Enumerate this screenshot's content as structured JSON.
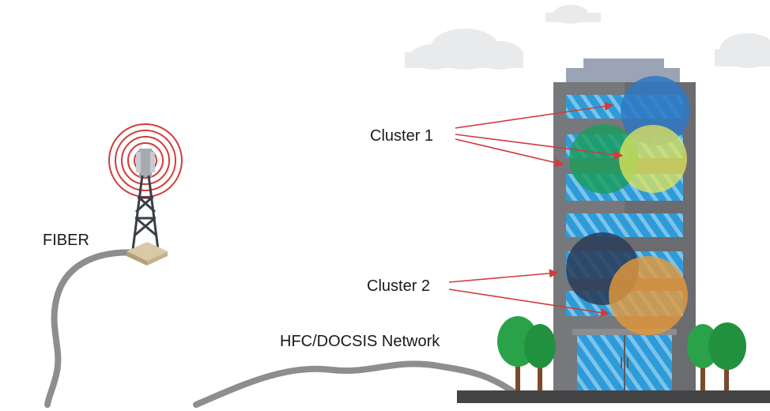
{
  "labels": {
    "fiber": "FIBER",
    "cluster1": "Cluster 1",
    "cluster2": "Cluster 2",
    "network": "HFC/DOCSIS Network"
  },
  "colors": {
    "cable": "#8e8e8e",
    "arrow": "#d23a3a",
    "signal_ring": "#d23a3a",
    "building": "#76787c",
    "building_roof": "#9aa4b4",
    "window": "#2e9bd8",
    "ground": "#444444",
    "cloud": "#e9eaec",
    "tree": "#2aa24a",
    "cell_blue": "#2f78c4",
    "cell_green": "#1a9e5a",
    "cell_yellow": "#e3e65a",
    "cell_navy": "#2a3b58",
    "cell_orange": "#e79a3a"
  }
}
